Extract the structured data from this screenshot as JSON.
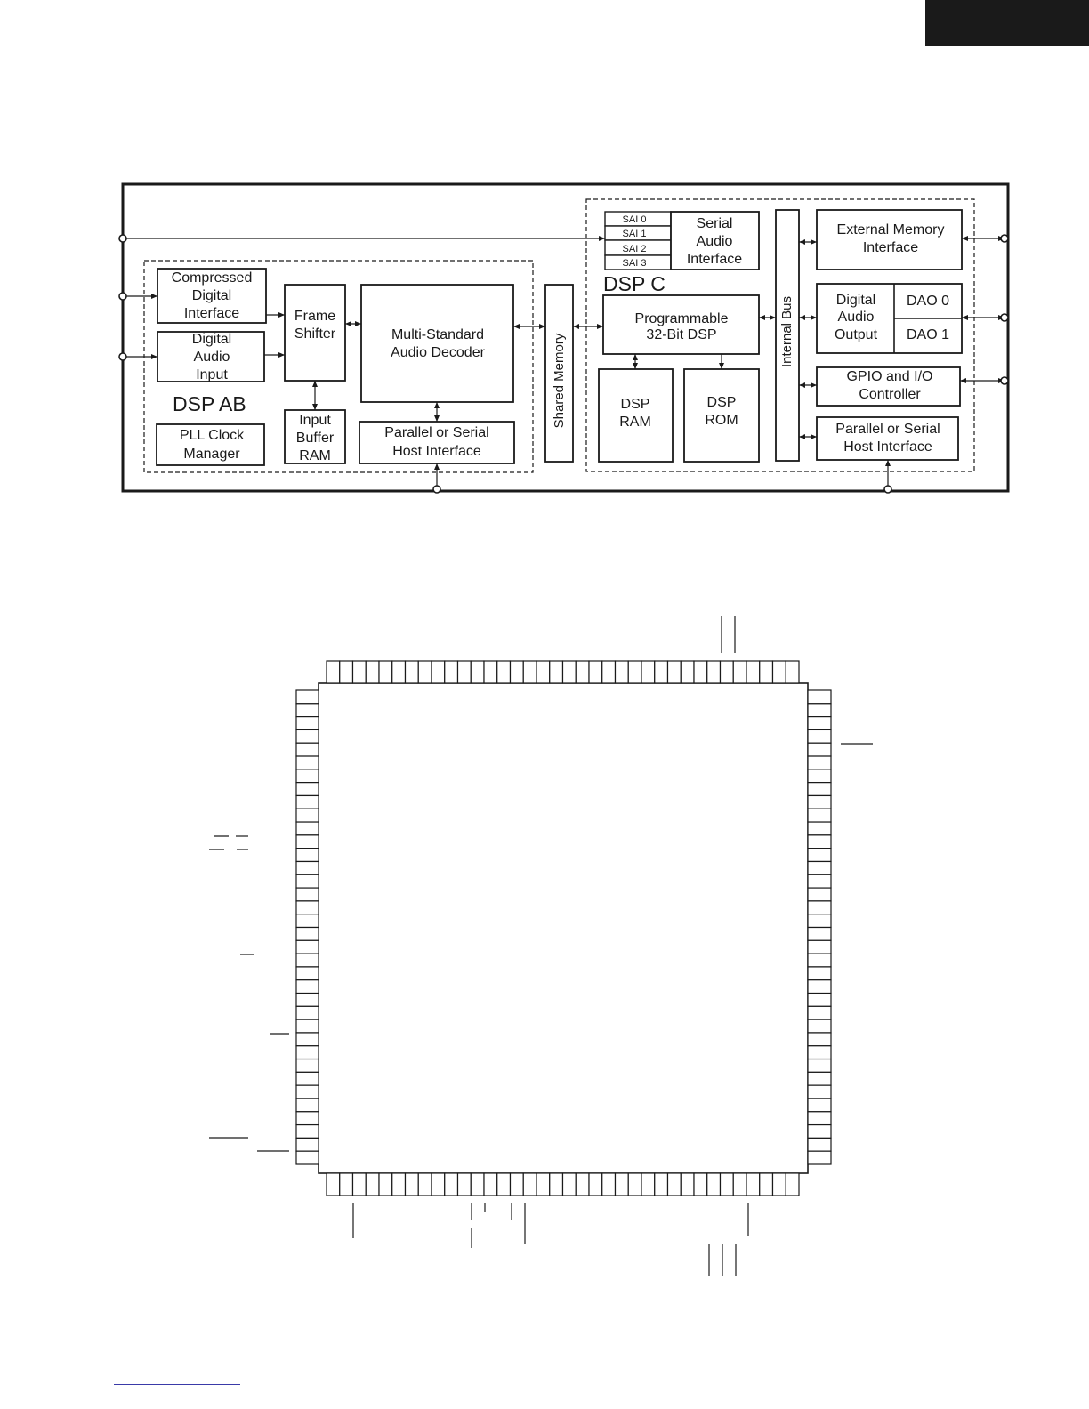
{
  "page": {
    "colors": {
      "ink": "#1a1a1a",
      "header_tab": "#1a1a1a",
      "link_rule": "#3a3aa8",
      "background": "#ffffff"
    }
  },
  "block_diagram": {
    "dsp_ab": {
      "title": "DSP AB",
      "compressed_interface": [
        "Compressed",
        "Digital",
        "Interface"
      ],
      "digital_audio_input": [
        "Digital",
        "Audio",
        "Input"
      ],
      "frame_shifter": [
        "Frame",
        "Shifter"
      ],
      "input_buffer_ram": [
        "Input",
        "Buffer",
        "RAM"
      ],
      "decoder": [
        "Multi-Standard",
        "Audio Decoder"
      ],
      "host_interface": [
        "Parallel or Serial",
        "Host Interface"
      ],
      "pll": [
        "PLL Clock",
        "Manager"
      ]
    },
    "shared_memory": "Shared Memory",
    "dsp_c": {
      "title": "DSP C",
      "sai_ports": [
        "SAI 0",
        "SAI 1",
        "SAI 2",
        "SAI 3"
      ],
      "serial_audio_interface": [
        "Serial",
        "Audio",
        "Interface"
      ],
      "programmable_dsp": [
        "Programmable",
        "32-Bit DSP"
      ],
      "dsp_ram": [
        "DSP",
        "RAM"
      ],
      "dsp_rom": [
        "DSP",
        "ROM"
      ],
      "internal_bus": "Internal Bus",
      "external_memory": [
        "External Memory",
        "Interface"
      ],
      "digital_audio_output": [
        "Digital",
        "Audio",
        "Output"
      ],
      "dao_ports": [
        "DAO 0",
        "DAO 1"
      ],
      "gpio": [
        "GPIO and I/O",
        "Controller"
      ],
      "host_interface": [
        "Parallel or Serial",
        "Host Interface"
      ]
    }
  },
  "chip_package": {
    "pins_per_side": 36
  }
}
